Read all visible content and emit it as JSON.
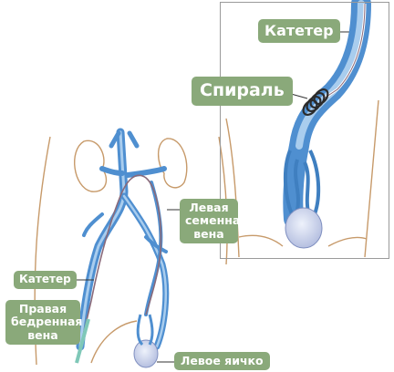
{
  "labels": {
    "catheter_inset": "Катетер",
    "spiral": "Спираль",
    "left_spermatic_vein": "Левая семенная вена",
    "catheter_body": "Катетер",
    "right_femoral_vein": "Правая бедренная вена",
    "left_testicle": "Левое яичко"
  },
  "colors": {
    "label_bg": "#8aa97a",
    "label_text": "#ffffff",
    "vein": "#5b9bd5",
    "vein_light": "#a9cdee",
    "outline": "#c79a6a",
    "frame": "#9a9a9a"
  }
}
